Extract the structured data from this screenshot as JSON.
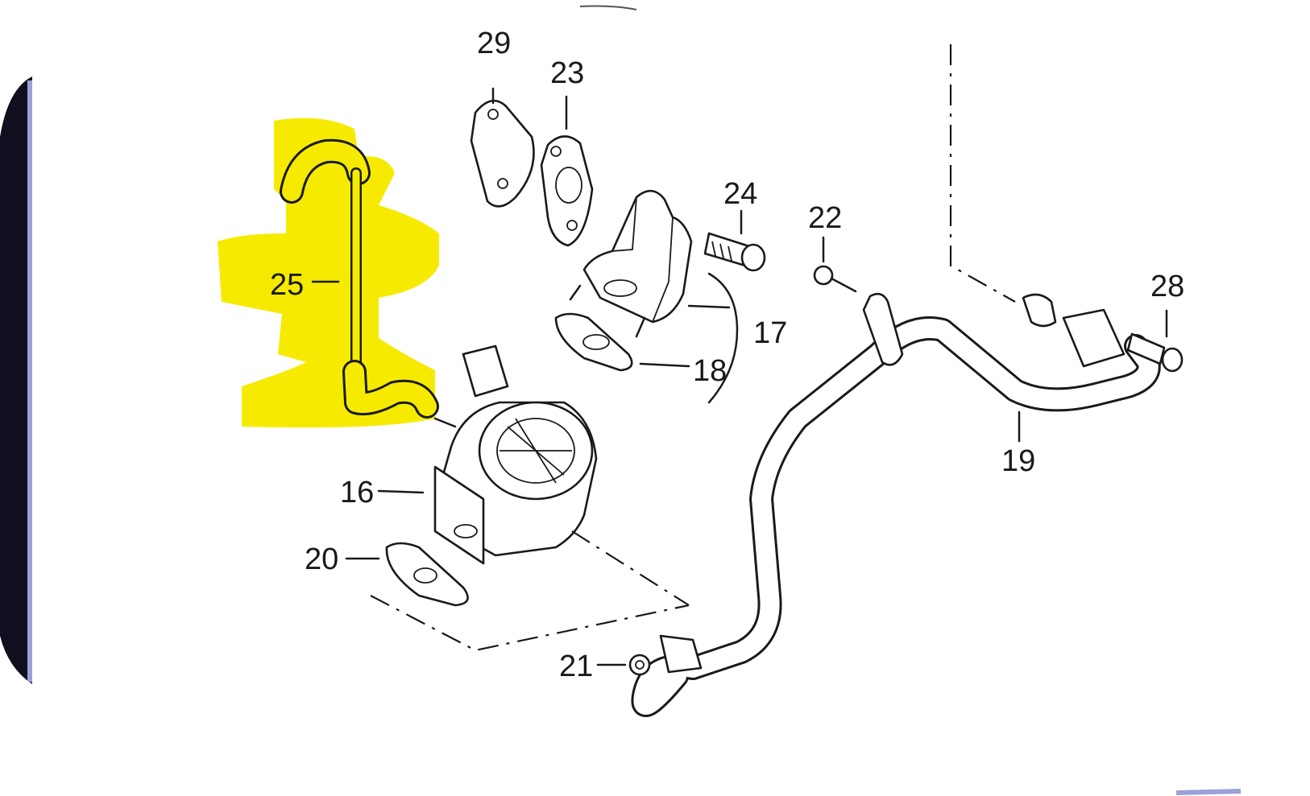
{
  "diagram": {
    "labels": {
      "p16": "16",
      "p17": "17",
      "p18": "18",
      "p19": "19",
      "p20": "20",
      "p21": "21",
      "p22": "22",
      "p23": "23",
      "p24": "24",
      "p25": "25",
      "p28": "28",
      "p29": "29"
    },
    "colors": {
      "highlight": "#f6eb00",
      "ink": "#1a1a1a",
      "frame_edge": "#1c1c3a",
      "frame_tint": "#9aa0d8"
    }
  }
}
